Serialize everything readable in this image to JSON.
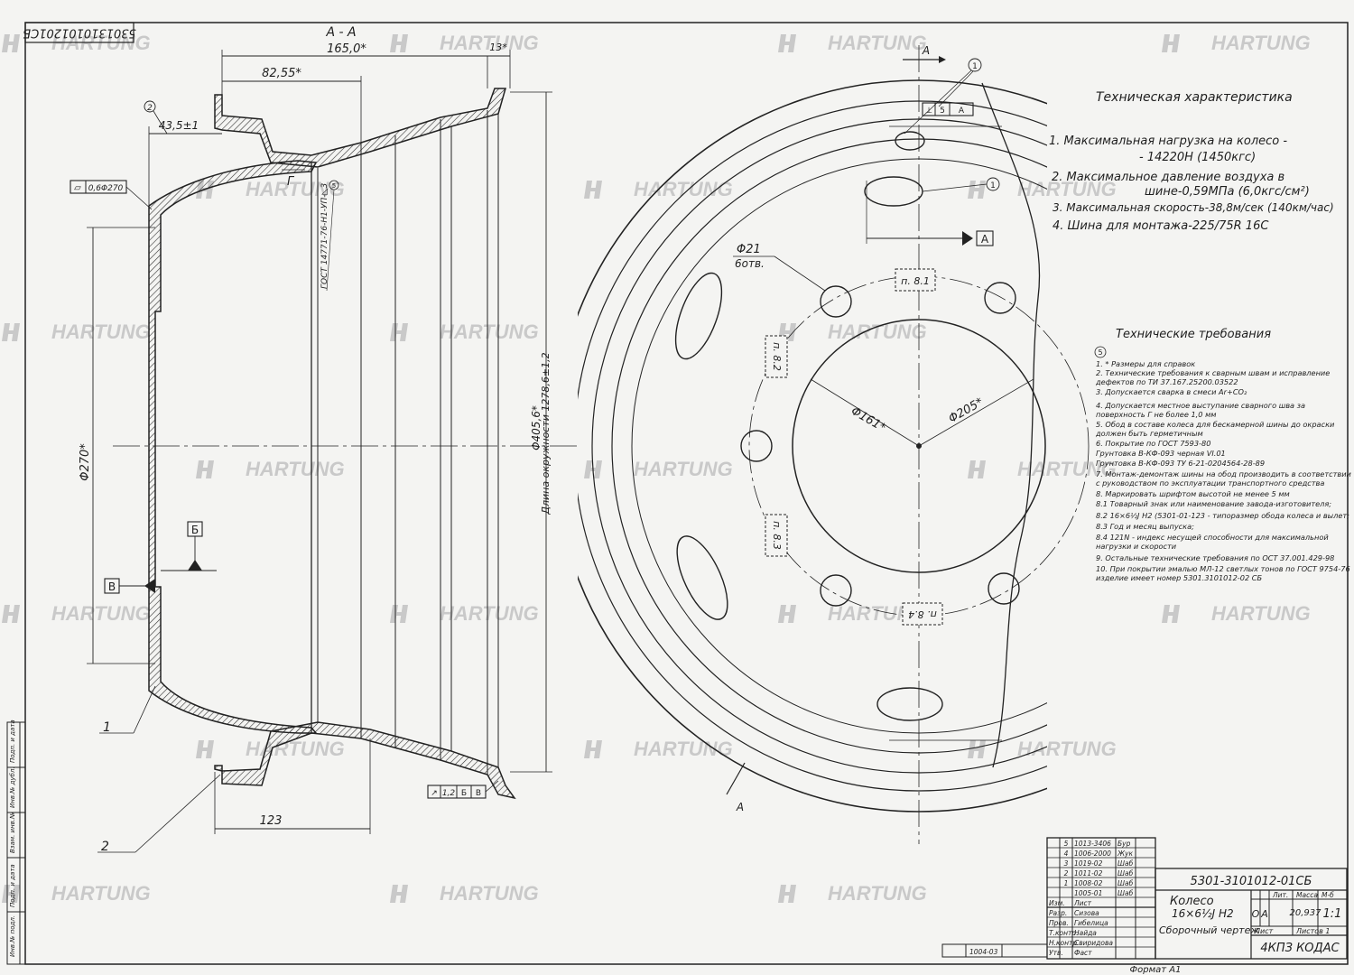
{
  "watermark": {
    "logo_text": "HARTUNG"
  },
  "stamp_vertical": "5301310101201СБ",
  "section_title": "А - А",
  "left_view": {
    "dims": {
      "width_total": "165,0*",
      "rim_step": "82,55*",
      "flange_width": "13*",
      "offset": "43,5±1",
      "inner_diameter": "Φ270*",
      "outer_diameter": "Φ405,6*",
      "circumference": "Длина окружности 1278,6±1,2",
      "bottom": "123"
    },
    "callouts": {
      "one": "1",
      "two": "2"
    },
    "flatness": {
      "symbol": "▱",
      "value": "0,6Φ270"
    },
    "datum_b": "Б",
    "datum_v": "В",
    "runout": {
      "symbol": "↗",
      "value": "1,2",
      "ref1": "Б",
      "ref2": "В"
    },
    "gost_note": "ГОСТ 14771-76-Н1-УП-◺3",
    "weld_marker": "Г",
    "weld_note_num": "5"
  },
  "right_view": {
    "section_mark": "А",
    "callout": "1",
    "datum_box": {
      "sym": "⊥",
      "val": "5",
      "ref": "А"
    },
    "datum_a": "А",
    "holes": {
      "size": "Φ21",
      "count": "6отв."
    },
    "dia_161": "Φ161*",
    "dia_205": "Φ205*",
    "marks": [
      "п. 8.1",
      "п. 8.2",
      "п. 8.3",
      "п. 8.4"
    ]
  },
  "tech_char": {
    "title": "Техническая характеристика",
    "items": [
      "1. Максимальная нагрузка на колесо -",
      "- 14220Н (1450кгс)",
      "2. Максимальное давление воздуха в",
      "шине-0,59МПа (6,0кгс/см²)",
      "3. Максимальная скорость-38,8м/сек (140км/час)",
      "4. Шина для монтажа-225/75R 16С"
    ]
  },
  "tech_req": {
    "title": "Технические требования",
    "badge": "5",
    "lines": [
      "1. * Размеры для справок",
      "2. Технические требования к сварным швам и исправление",
      "дефектов по ТИ 37.167.25200.03522",
      "3. Допускается сварка в смеси Ar+CO₂",
      "4. Допускается местное выступание сварного шва за",
      "поверхность Г не более 1,0 мм",
      "5. Обод в составе колеса для бескамерной шины до окраски",
      "должен быть герметичным",
      "6. Покрытие по ГОСТ 7593-80",
      "Грунтовка В-КФ-093 черная VI.01",
      "Грунтовка В-КФ-093 ТУ 6-21-0204564-28-89",
      "7. Монтаж-демонтаж шины на обод производить в соответствии",
      "с руководством по эксплуатации транспортного средства",
      "8. Маркировать шрифтом высотой не менее 5 мм",
      "8.1 Товарный знак или наименование завода-изготовителя;",
      "8.2 16×6½J H2 (5301-01-123 - типоразмер обода колеса и вылет;",
      "8.3 Год и месяц выпуска;",
      "8.4 121N - индекс несущей способности для максимальной",
      "нагрузки и скорости",
      "9. Остальные технические требования по ОСТ 37.001.429-98",
      "10. При покрытии эмалью МЛ-12 светлых тонов по ГОСТ 9754-76",
      "изделие имеет номер 5301.3101012-02 СБ"
    ]
  },
  "title_block": {
    "doc_number": "5301-3101012-01СБ",
    "name": "Колесо",
    "size": "16×6½J H2",
    "doc_type": "Сборочный чертеж",
    "mass": "20,937",
    "scale": "1:1",
    "lit": "О",
    "lit2": "А",
    "col_lit": "Лит.",
    "col_mass": "Масса",
    "col_scale": "М-б",
    "sheet": "Лист",
    "sheets": "Листов 1",
    "org": "4КПЗ КОДАС",
    "format": "Формат А1",
    "roles": [
      "Изм.",
      "Разр.",
      "Пров.",
      "Т.контр.",
      "Н.контр.",
      "Утв."
    ],
    "people": [
      "Лист",
      "Сизова",
      "Гибелица",
      "Найда",
      "Свиридова",
      "Фаст"
    ],
    "rev_rows": [
      {
        "n": "5",
        "doc": "1013-3406",
        "sig": "Бур"
      },
      {
        "n": "4",
        "doc": "1006-2000",
        "sig": "Жук"
      },
      {
        "n": "3",
        "doc": "1019-02",
        "sig": "Шаб"
      },
      {
        "n": "2",
        "doc": "1011-02",
        "sig": "Шаб"
      },
      {
        "n": "1",
        "doc": "1008-02",
        "sig": "Шаб"
      },
      {
        "n": "",
        "doc": "1005-01",
        "sig": "Шаб"
      }
    ],
    "bottom_strip": "1004-03",
    "left_strip": [
      "Инв.№ подл.",
      "Подп. и дата",
      "Взам. инв.№",
      "Инв.№ дубл.",
      "Подп. и дата"
    ]
  }
}
